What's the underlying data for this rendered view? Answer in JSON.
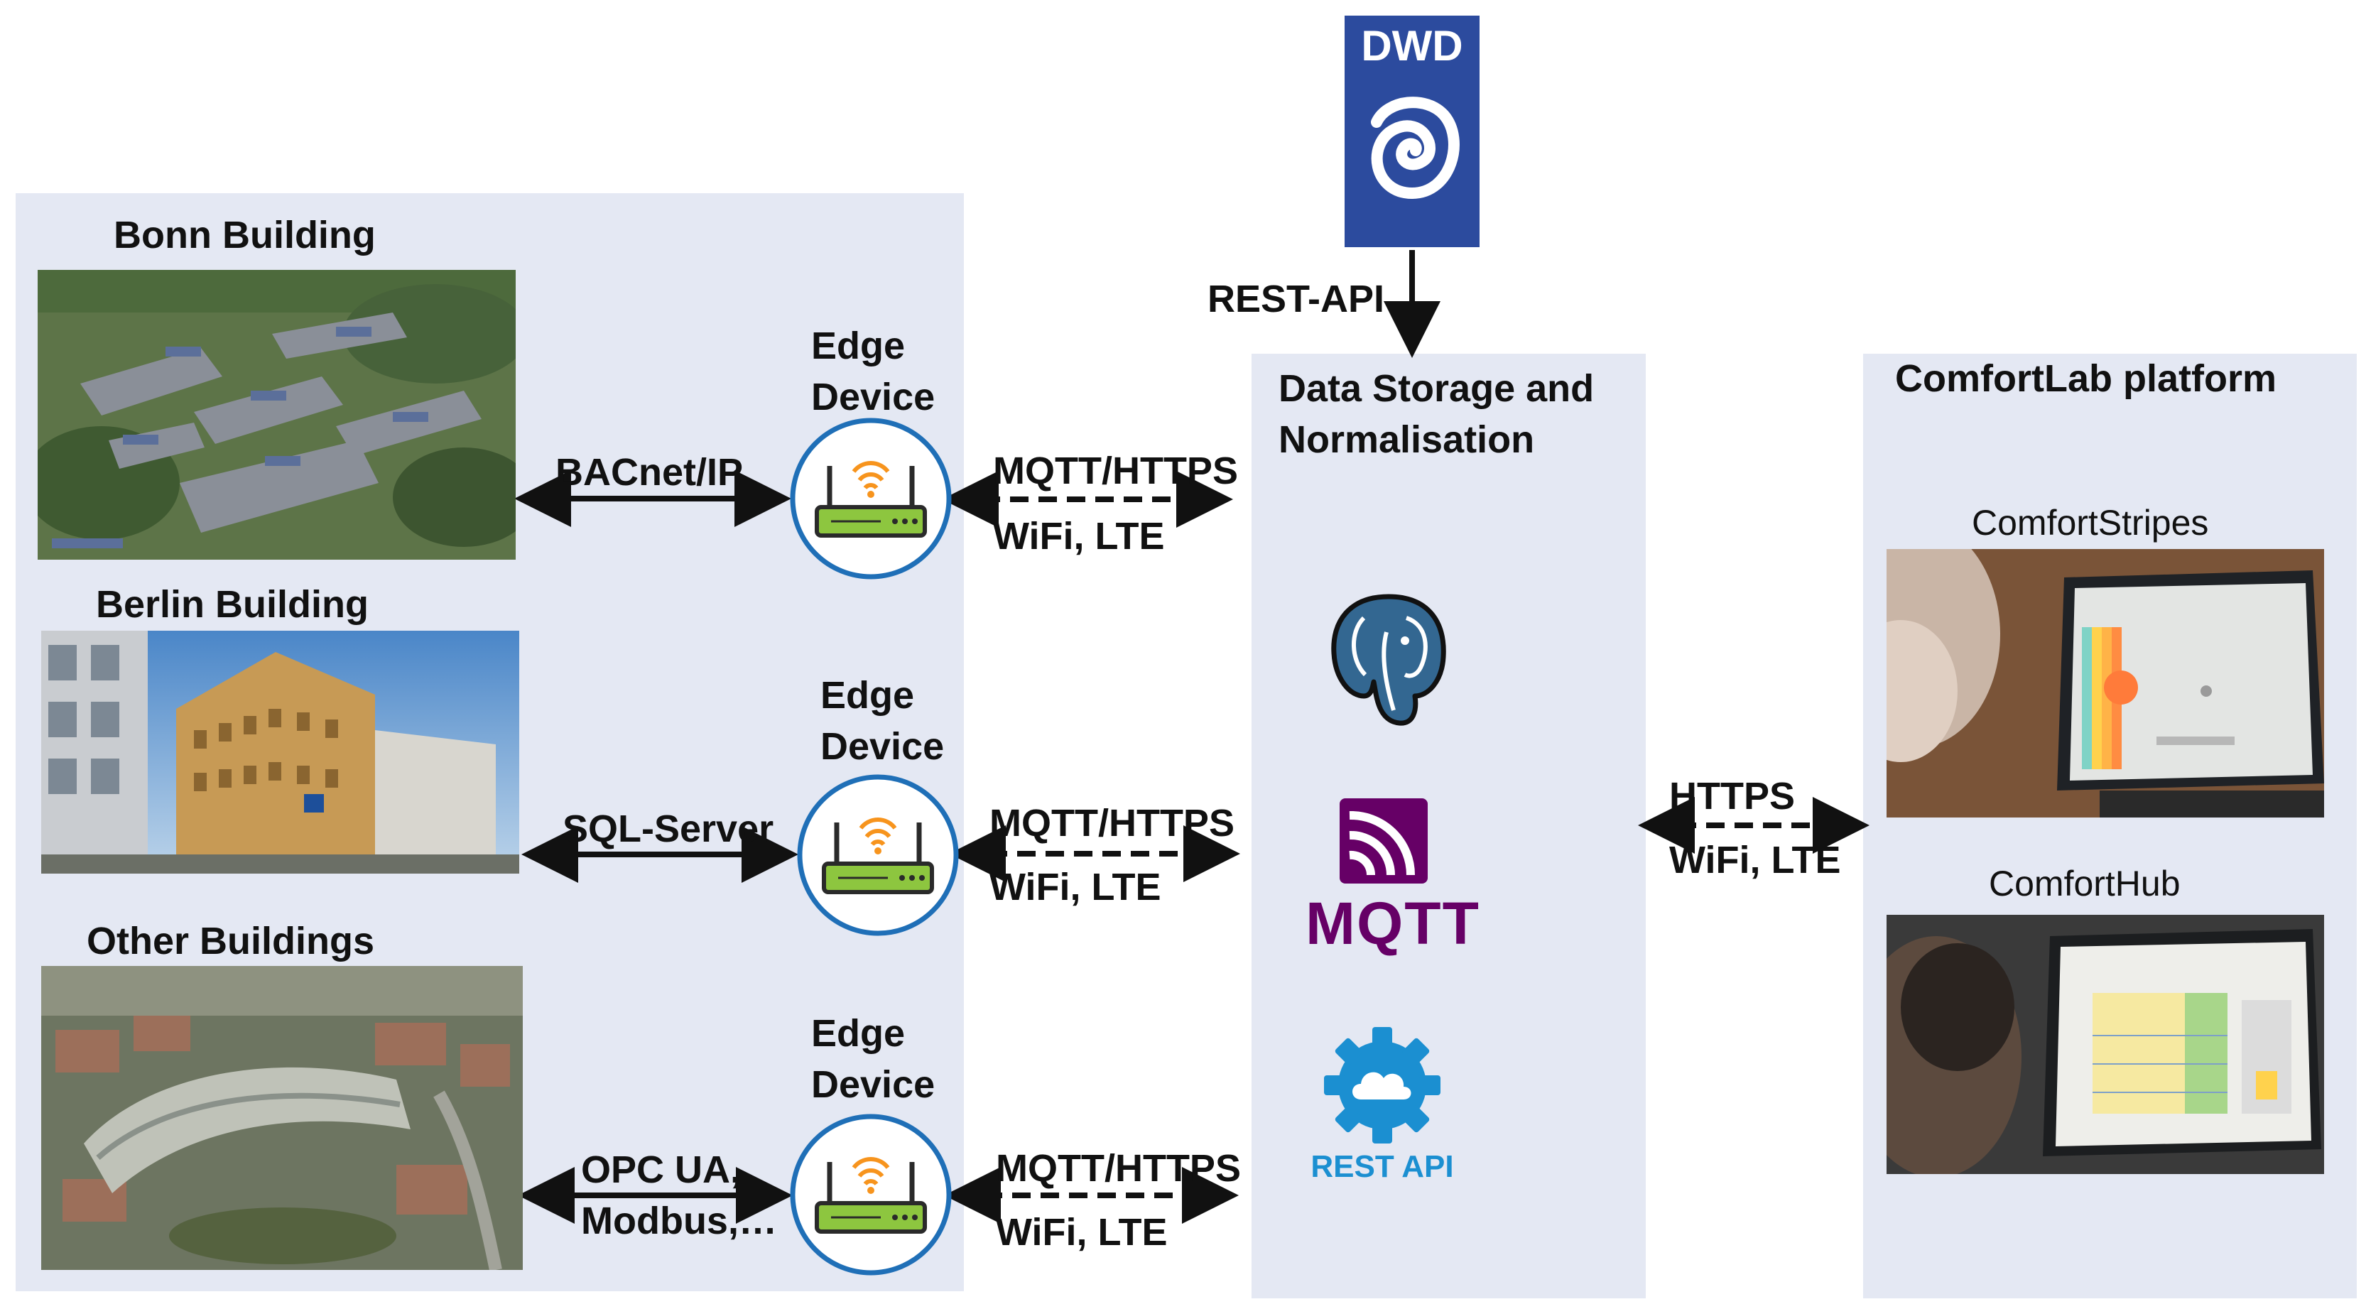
{
  "external": {
    "dwd_logo_text": "DWD",
    "rest_api_label": "REST-API"
  },
  "buildings_panel": {
    "buildings": [
      {
        "title": "Bonn Building",
        "protocol": "BACnet/IP"
      },
      {
        "title": "Berlin Building",
        "protocol": "SQL-Server"
      },
      {
        "title": "Other Buildings",
        "protocol_line1": "OPC UA,",
        "protocol_line2": "Modbus,…"
      }
    ],
    "edge_device_line1": "Edge",
    "edge_device_line2": "Device",
    "link_line1": "MQTT/HTTPS",
    "link_line2": "WiFi, LTE"
  },
  "storage_panel": {
    "title_line1": "Data Storage and",
    "title_line2": "Normalisation",
    "mqtt_logo_text": "MQTT",
    "rest_logo_text": "REST API"
  },
  "platform_link": {
    "line1": "HTTPS",
    "line2": "WiFi, LTE"
  },
  "platform_panel": {
    "title": "ComfortLab platform",
    "apps": [
      "ComfortStripes",
      "ComfortHub"
    ]
  },
  "colors": {
    "panel": "#e4e8f3",
    "edge_ring": "#1f6fb7",
    "router_green": "#8dc63f",
    "wifi_orange": "#f7941d",
    "dwd_blue": "#2c4b9e",
    "postgres_blue": "#336791",
    "mqtt_purple": "#660066",
    "rest_blue": "#1b8fd1"
  }
}
